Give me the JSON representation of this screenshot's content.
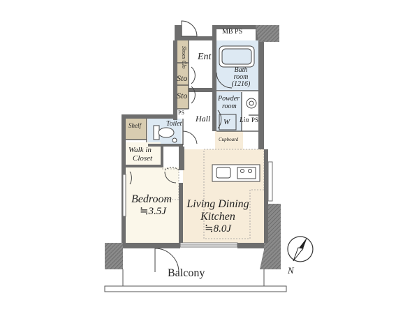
{
  "plan": {
    "rooms": {
      "mb_ps": "MB PS",
      "entrance": "Ent",
      "shoes_closet": "Shoes Clo",
      "storage_1": "Sto",
      "storage_2": "Sto",
      "bathroom_line1": "Bath",
      "bathroom_line2": "room",
      "bathroom_size": "(1216)",
      "powder_line1": "Powder",
      "powder_line2": "room",
      "washer": "W",
      "linen": "Lin",
      "ps_right": "PS",
      "ps_left": "PS",
      "hall": "Hall",
      "toilet": "Toilet",
      "shelf": "Shelf",
      "cupboard": "Cupboard",
      "walkin_line1": "Walk in",
      "walkin_line2": "Closet",
      "bedroom": "Bedroom",
      "bedroom_size": "≒3.5J",
      "ldk_line1": "Living Dining",
      "ldk_line2": "Kitchen",
      "ldk_size": "≒8.0J",
      "balcony": "Balcony"
    },
    "compass": {
      "label": "N"
    },
    "colors": {
      "wall": "#6e6e6e",
      "ldk_floor": "#f7ecd9",
      "bedroom_floor": "#fbf7ea",
      "wet_area": "#dde9f3",
      "storage": "#d8ccb0"
    }
  }
}
